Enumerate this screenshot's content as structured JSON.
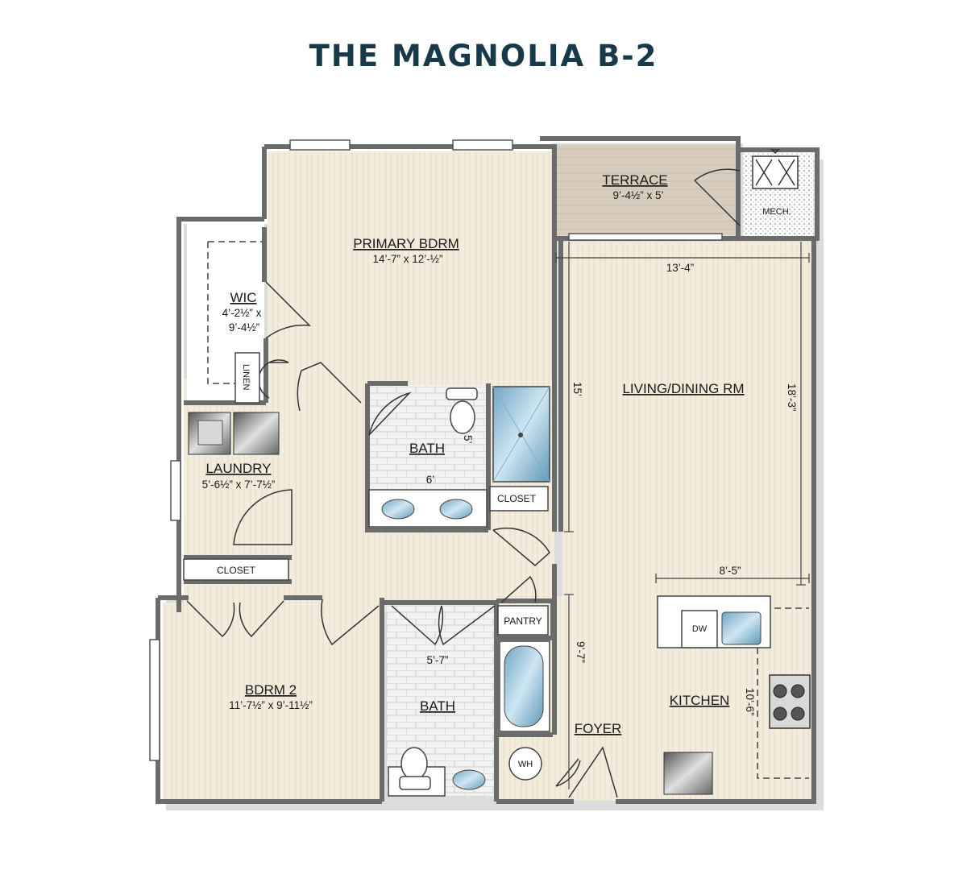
{
  "title": "THE MAGNOLIA B-2",
  "rooms": {
    "terrace": {
      "name": "TERRACE",
      "dims": "9’-4½” x 5’"
    },
    "mech": {
      "name": "MECH."
    },
    "primary": {
      "name": "PRIMARY BDRM",
      "dims": "14’-7” x 12’-½”"
    },
    "wic": {
      "name": "WIC",
      "dims1": "4’-2½” x",
      "dims2": "9’-4½”"
    },
    "linen": {
      "name": "LINEN"
    },
    "bath1": {
      "name": "BATH",
      "w": "6’",
      "d": "5’"
    },
    "closet1": {
      "name": "CLOSET"
    },
    "laundry": {
      "name": "LAUNDRY",
      "dims": "5’-6½” x 7’-7½”"
    },
    "closet2": {
      "name": "CLOSET"
    },
    "living": {
      "name": "LIVING/DINING RM",
      "w": "13’-4”",
      "h_left": "15’",
      "h_right": "18’-3”"
    },
    "kitchen": {
      "name": "KITCHEN",
      "w": "8’-5”",
      "h": "10’-6”",
      "dw": "DW"
    },
    "pantry": {
      "name": "PANTRY"
    },
    "bath2": {
      "name": "BATH",
      "w": "5’-7”"
    },
    "wh": {
      "name": "WH"
    },
    "foyer": {
      "name": "FOYER",
      "h": "9’-7”"
    },
    "bdrm2": {
      "name": "BDRM 2",
      "dims": "11’-7½” x 9’-11½”"
    }
  }
}
